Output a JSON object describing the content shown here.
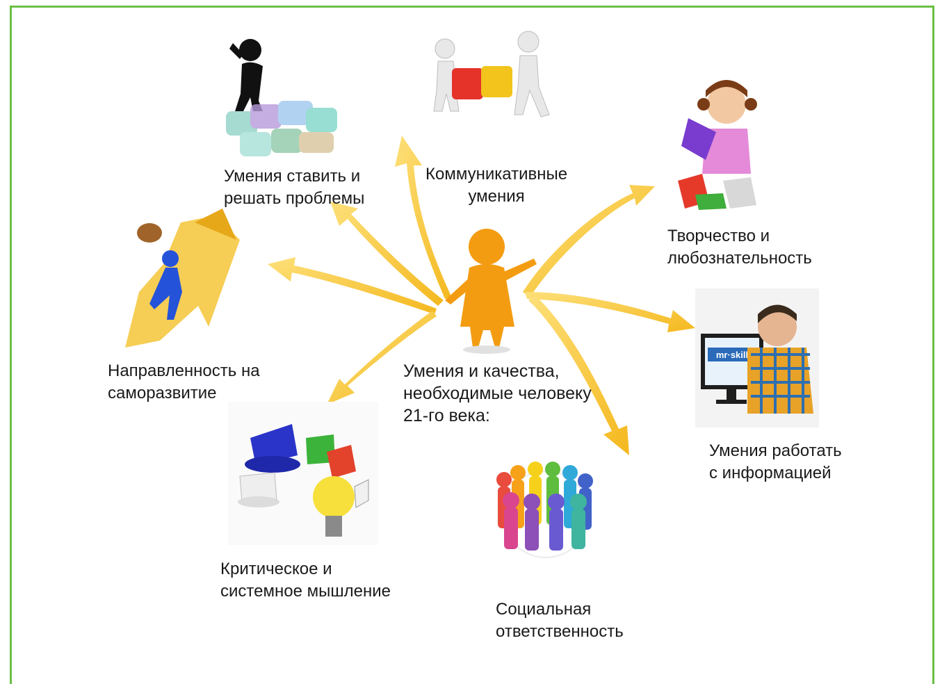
{
  "center": {
    "lines": [
      "Умения и качества,",
      "необходимые человеку",
      "21-го века:"
    ]
  },
  "skills": {
    "problems": [
      "Умения ставить и",
      "решать проблемы"
    ],
    "communication": [
      "Коммуникативные",
      "умения"
    ],
    "creativity": [
      "Творчество и",
      "любознательность"
    ],
    "information": [
      "Умения работать",
      "с информацией"
    ],
    "social": [
      "Социальная",
      "ответственность"
    ],
    "critical": [
      "Критическое и",
      "системное мышление"
    ],
    "selfdev": [
      "Направленность на",
      "саморазвитие"
    ]
  },
  "colors": {
    "frame": "#6abf45",
    "arrow": "#f7c531",
    "arrow_light": "#fde07a",
    "person": "#f39c12"
  },
  "illustration_logo_text": "mr·skill"
}
